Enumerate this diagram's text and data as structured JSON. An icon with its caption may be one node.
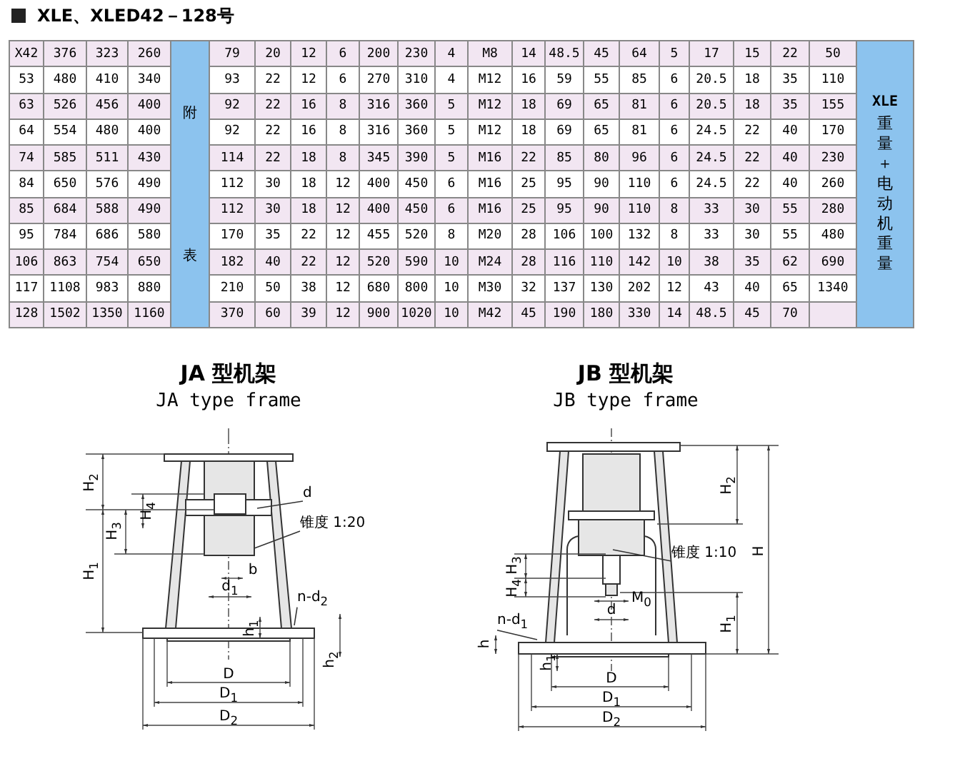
{
  "diagram": {
    "title": "XLE、XLED42－128号",
    "nodes": [
      {
        "text": [
          "d"
        ]
      },
      {
        "text": [
          "锥度 1:20"
        ]
      },
      {
        "text": [
          "n-d$_{2}$"
        ]
      },
      {
        "text": [
          "锥度 1:10"
        ]
      },
      {
        "text": [
          "n-d$_{1}$"
        ]
      }
    ],
    "edges": [
      {
        "from": 0,
        "to": null,
        "arrow": "none"
      },
      {
        "from": 1,
        "to": null,
        "arrow": "none"
      },
      {
        "from": 2,
        "to": null,
        "arrow": "none"
      },
      {
        "from": 3,
        "to": null,
        "arrow": "none"
      },
      {
        "from": 4,
        "to": null,
        "arrow": "none"
      }
    ],
    "labels": [
      "X42",
      "376",
      "323",
      "260",
      "79",
      "20",
      "12",
      "6",
      "200",
      "230",
      "4",
      "M8",
      "14",
      "48.5",
      "45",
      "64",
      "5",
      "17",
      "15",
      "22",
      "50",
      "53",
      "480",
      "410",
      "340",
      "93",
      "22",
      "12",
      "6",
      "270",
      "310",
      "4",
      "M12",
      "16",
      "59",
      "55",
      "85",
      "6",
      "20.5",
      "18",
      "35",
      "110",
      "63",
      "526",
      "456",
      "400",
      "92",
      "22",
      "16",
      "8",
      "316",
      "360",
      "5",
      "M12",
      "18",
      "69",
      "65",
      "81",
      "6",
      "20.5",
      "18",
      "35",
      "155",
      "64",
      "554",
      "480",
      "400",
      "92",
      "22",
      "16",
      "8",
      "316",
      "360",
      "5",
      "M12",
      "18",
      "69",
      "65",
      "81",
      "6",
      "24.5",
      "22",
      "40",
      "170",
      "74",
      "585",
      "511",
      "430",
      "114",
      "22",
      "18",
      "8",
      "345",
      "390",
      "5",
      "M16",
      "22",
      "85",
      "80",
      "96",
      "6",
      "24.5",
      "22",
      "40",
      "230",
      "84",
      "650",
      "576",
      "490",
      "112",
      "30",
      "18",
      "12",
      "400",
      "450",
      "6",
      "M16",
      "25",
      "95",
      "90",
      "110",
      "6",
      "24.5",
      "22",
      "40",
      "260",
      "85",
      "684",
      "588",
      "490",
      "112",
      "30",
      "18",
      "12",
      "400",
      "450",
      "6",
      "M16",
      "25",
      "95",
      "90",
      "110",
      "8",
      "33",
      "30",
      "55",
      "280",
      "95",
      "784",
      "686",
      "580",
      "170",
      "35",
      "22",
      "12",
      "455",
      "520",
      "8",
      "M20",
      "28",
      "106",
      "100",
      "132",
      "8",
      "33",
      "30",
      "55",
      "480",
      "106",
      "863",
      "754",
      "650",
      "182",
      "40",
      "22",
      "12",
      "520",
      "590",
      "10",
      "M24",
      "28",
      "116",
      "110",
      "142",
      "10",
      "38",
      "35",
      "62",
      "690",
      "117",
      "1108",
      "983",
      "880",
      "210",
      "50",
      "38",
      "12",
      "680",
      "800",
      "10",
      "M30",
      "32",
      "137",
      "130",
      "202",
      "12",
      "43",
      "40",
      "65",
      "1340",
      "128",
      "1502",
      "1350",
      "1160",
      "370",
      "60",
      "39",
      "12",
      "900",
      "1020",
      "10",
      "M42",
      "45",
      "190",
      "180",
      "330",
      "14",
      "48.5",
      "45",
      "70",
      "附",
      "表",
      "XLE",
      "重量＋电动机重量",
      "JA 型机架",
      "JA type frame",
      "JB 型机架",
      "JB type frame",
      "H$_{2}$",
      "H$_{4}$",
      "H$_{3}$",
      "H$_{1}$",
      "b",
      "d$_{1}$",
      "h$_{1}$",
      "h$_{2}$",
      "D",
      "D$_{1}$",
      "D$_{2}$",
      "H$_{2}$",
      "H$_{3}$",
      "H",
      "H$_{4}$",
      "M$_{0}$",
      "d",
      "H$_{1}$",
      "h",
      "h$_{1}$",
      "D",
      "D$_{1}$",
      "D$_{2}$"
    ]
  }
}
